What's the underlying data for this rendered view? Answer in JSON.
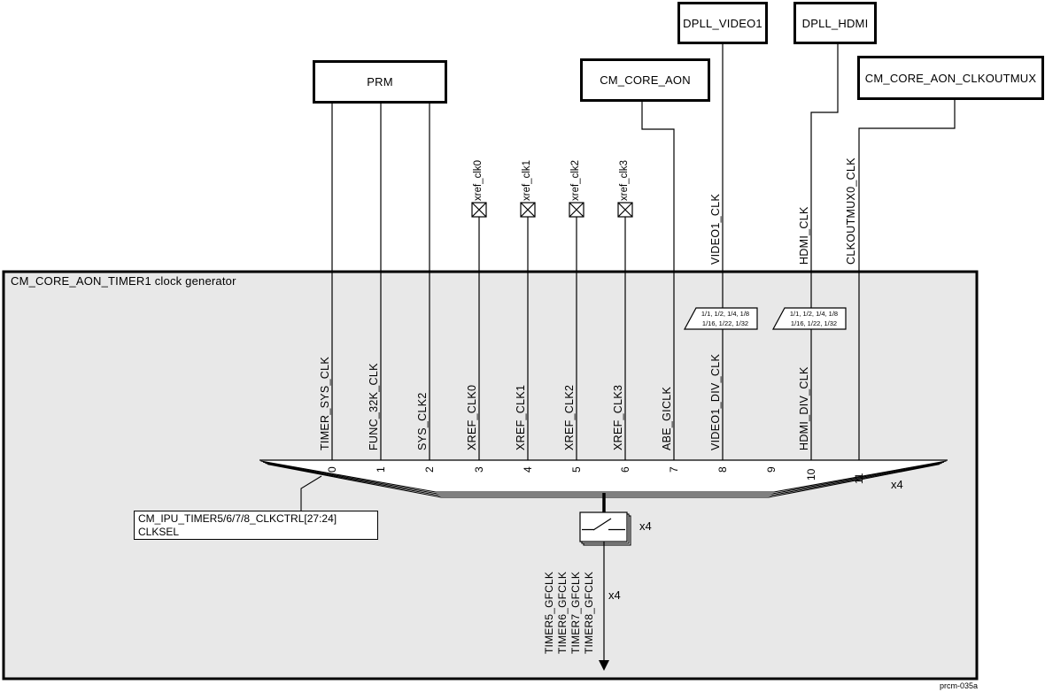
{
  "diagram_title": "CM_CORE_AON_TIMER1 clock generator",
  "figure_tag": "prcm-035a",
  "source_blocks": {
    "prm": "PRM",
    "cm_core_aon": "CM_CORE_AON",
    "dpll_video1": "DPLL_VIDEO1",
    "dpll_hdmi": "DPLL_HDMI",
    "cm_core_aon_clkoutmux": "CM_CORE_AON_CLKOUTMUX"
  },
  "pads": [
    {
      "label": "xref_clk0"
    },
    {
      "label": "xref_clk1"
    },
    {
      "label": "xref_clk2"
    },
    {
      "label": "xref_clk3"
    }
  ],
  "top_signals": [
    {
      "label": "VIDEO1_CLK"
    },
    {
      "label": "HDMI_CLK"
    },
    {
      "label": "CLKOUTMUX0_CLK"
    }
  ],
  "dividers": [
    {
      "line1": "1/1, 1/2, 1/4, 1/8",
      "line2": "1/16, 1/22, 1/32"
    },
    {
      "line1": "1/1, 1/2, 1/4, 1/8",
      "line2": "1/16, 1/22, 1/32"
    }
  ],
  "mux": {
    "multiplier": "x4",
    "select": {
      "register": "CM_IPU_TIMER5/6/7/8_CLKCTRL[27:24]",
      "field": "CLKSEL"
    },
    "inputs": [
      {
        "slot": "0",
        "label": "TIMER_SYS_CLK"
      },
      {
        "slot": "1",
        "label": "FUNC_32K_CLK"
      },
      {
        "slot": "2",
        "label": "SYS_CLK2"
      },
      {
        "slot": "3",
        "label": "XREF_CLK0"
      },
      {
        "slot": "4",
        "label": "XREF_CLK1"
      },
      {
        "slot": "5",
        "label": "XREF_CLK2"
      },
      {
        "slot": "6",
        "label": "XREF_CLK3"
      },
      {
        "slot": "7",
        "label": "ABE_GICLK"
      },
      {
        "slot": "8",
        "label": "VIDEO1_DIV_CLK"
      },
      {
        "slot": "9",
        "label": ""
      },
      {
        "slot": "10",
        "label": "HDMI_DIV_CLK"
      },
      {
        "slot": "11",
        "label": ""
      }
    ]
  },
  "gate": {
    "multiplier": "x4"
  },
  "output": {
    "multiplier": "x4",
    "labels": [
      "TIMER5_GFCLK",
      "TIMER6_GFCLK",
      "TIMER7_GFCLK",
      "TIMER8_GFCLK"
    ]
  }
}
